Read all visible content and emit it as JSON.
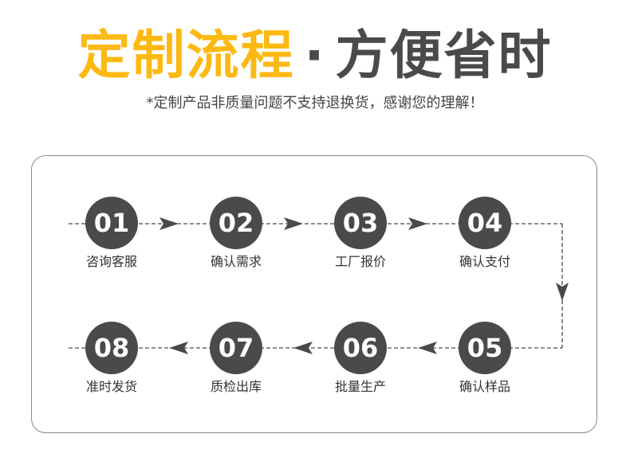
{
  "header": {
    "title_highlight": "定制流程",
    "title_separator": "·",
    "title_rest": "方便省时",
    "subtitle": "*定制产品非质量问题不支持退换货，感谢您的理解！"
  },
  "colors": {
    "accent_yellow": "#FDB913",
    "dark_gray": "#4a4a4a",
    "border_gray": "#8a8a8a"
  },
  "steps": [
    {
      "number": "01",
      "label": "咨询客服"
    },
    {
      "number": "02",
      "label": "确认需求"
    },
    {
      "number": "03",
      "label": "工厂报价"
    },
    {
      "number": "04",
      "label": "确认支付"
    },
    {
      "number": "05",
      "label": "确认样品"
    },
    {
      "number": "06",
      "label": "批量生产"
    },
    {
      "number": "07",
      "label": "质检出库"
    },
    {
      "number": "08",
      "label": "准时发货"
    }
  ],
  "icons": {
    "arrow": "arrow-right-icon",
    "arrow_down": "arrow-down-icon",
    "arrow_left": "arrow-left-icon"
  }
}
